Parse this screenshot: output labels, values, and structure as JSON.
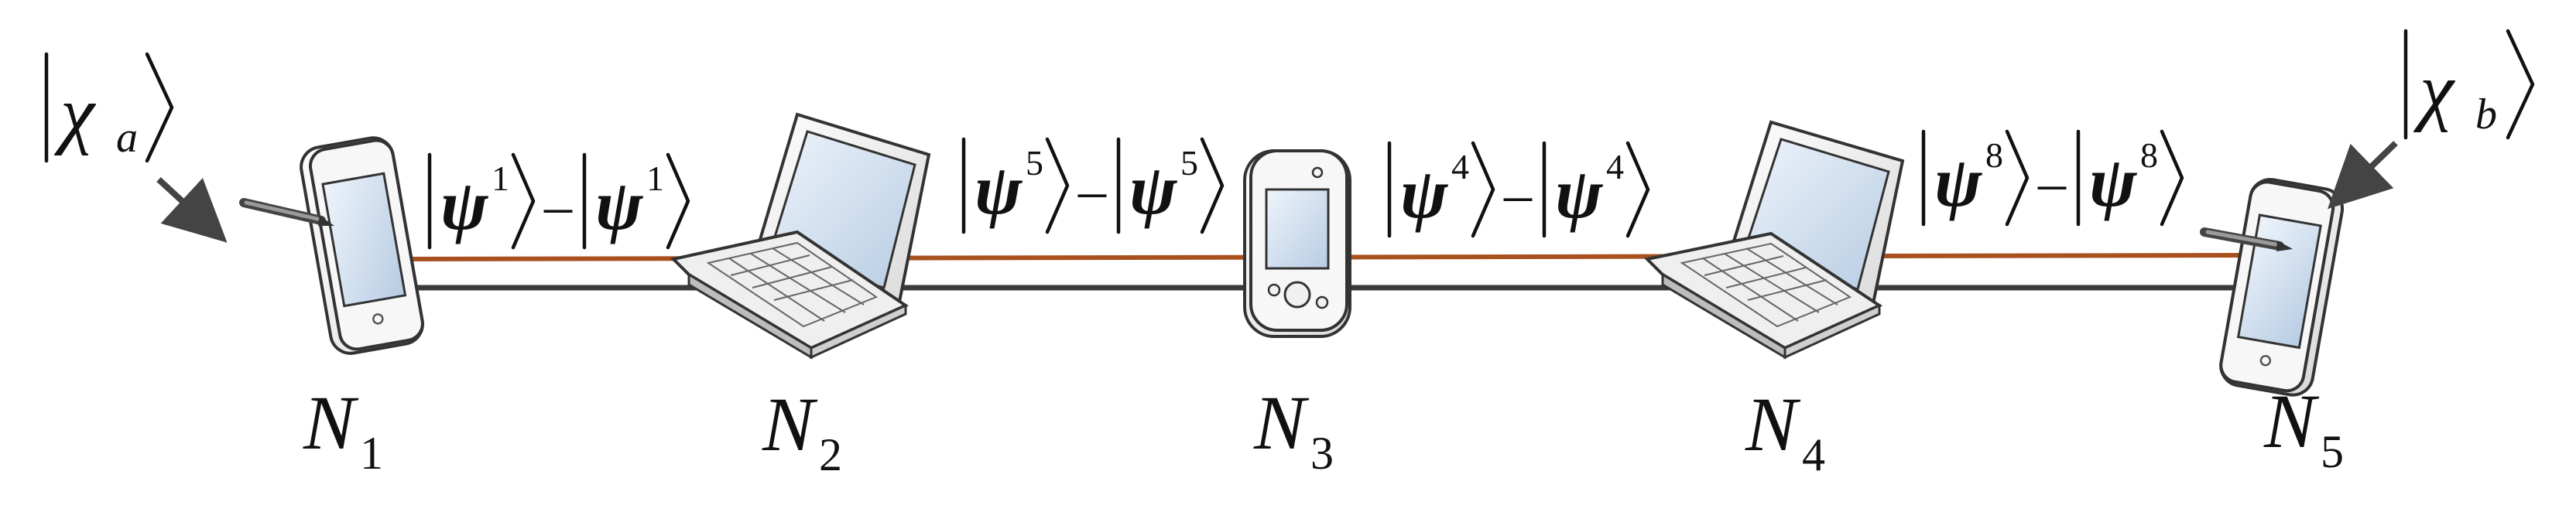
{
  "states": {
    "left": {
      "symbol": "χ",
      "subscript": "a"
    },
    "right": {
      "symbol": "χ",
      "subscript": "b"
    }
  },
  "links": [
    {
      "symbol": "ψ",
      "superscript": "1",
      "dash": "–"
    },
    {
      "symbol": "ψ",
      "superscript": "5",
      "dash": "–"
    },
    {
      "symbol": "ψ",
      "superscript": "4",
      "dash": "–"
    },
    {
      "symbol": "ψ",
      "superscript": "8",
      "dash": "–"
    }
  ],
  "nodes": [
    {
      "letter": "N",
      "index": "1",
      "device": "tablet-icon"
    },
    {
      "letter": "N",
      "index": "2",
      "device": "laptop-icon"
    },
    {
      "letter": "N",
      "index": "3",
      "device": "phone-icon"
    },
    {
      "letter": "N",
      "index": "4",
      "device": "laptop-icon"
    },
    {
      "letter": "N",
      "index": "5",
      "device": "tablet-icon"
    }
  ],
  "colors": {
    "entanglement_line": "#a8501e",
    "classical_line": "#3a3a3a",
    "screen_fill": "#d6e4f2",
    "device_fill": "#f4f4f4"
  }
}
